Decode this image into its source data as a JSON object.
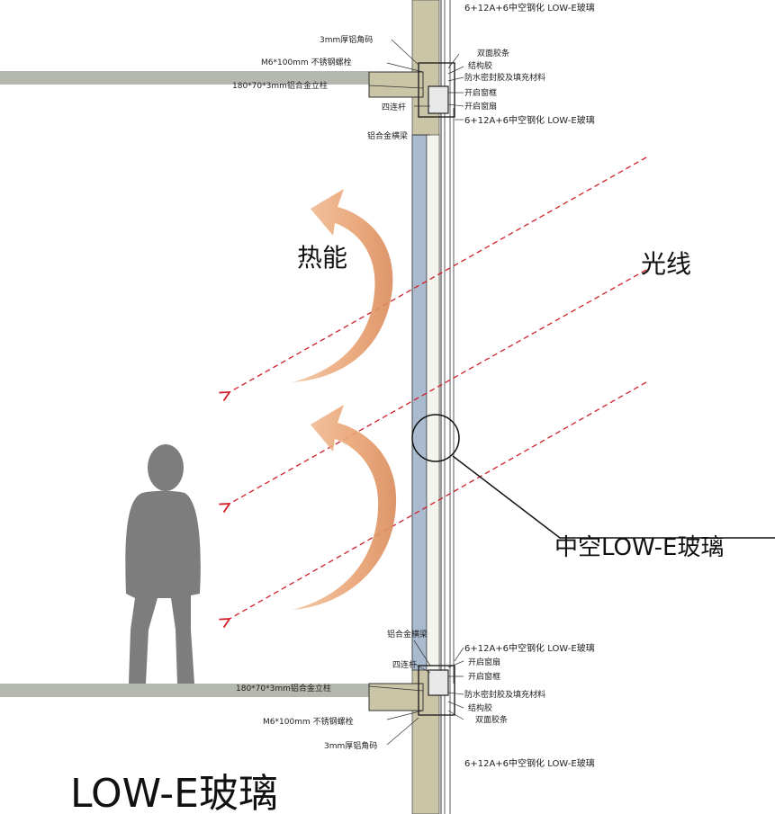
{
  "title": "LOW-E玻璃",
  "labels": {
    "heat": "热能",
    "light": "光线",
    "glass": "中空LOW-E玻璃"
  },
  "top_notes": {
    "glass_spec": "6+12A+6中空钢化 LOW-E玻璃",
    "corner_code": "3mm厚铝角码",
    "bolt": "M6*100mm 不锈钢螺栓",
    "mullion": "180*70*3mm铝合金立柱",
    "double_tape": "双面胶条",
    "structural_glue": "结构胶",
    "waterproof": "防水密封胶及填充材料",
    "window_frame": "开启窗框",
    "window_sash": "开启窗扇",
    "glass_spec_2": "6+12A+6中空钢化 LOW-E玻璃",
    "four_link": "四连杆",
    "transom": "铝合金横梁"
  },
  "bottom_notes": {
    "transom": "铝合金横梁",
    "glass_spec": "6+12A+6中空钢化 LOW-E玻璃",
    "window_sash": "开启窗扇",
    "four_link": "四连杆",
    "window_frame": "开启窗框",
    "mullion": "180*70*3mm铝合金立柱",
    "waterproof": "防水密封胶及填充材料",
    "structural_glue": "结构胶",
    "bolt": "M6*100mm 不锈钢螺栓",
    "double_tape": "双面胶条",
    "corner_code": "3mm厚铝角码",
    "glass_spec_2": "6+12A+6中空钢化 LOW-E玻璃"
  },
  "colors": {
    "slab": "#b5b8ae",
    "wall": "#c9c5a6",
    "glass": "#aabbd0",
    "ray": "#d0202a",
    "heat_arrow": "#e8a777",
    "person": "#7d7d7d"
  }
}
